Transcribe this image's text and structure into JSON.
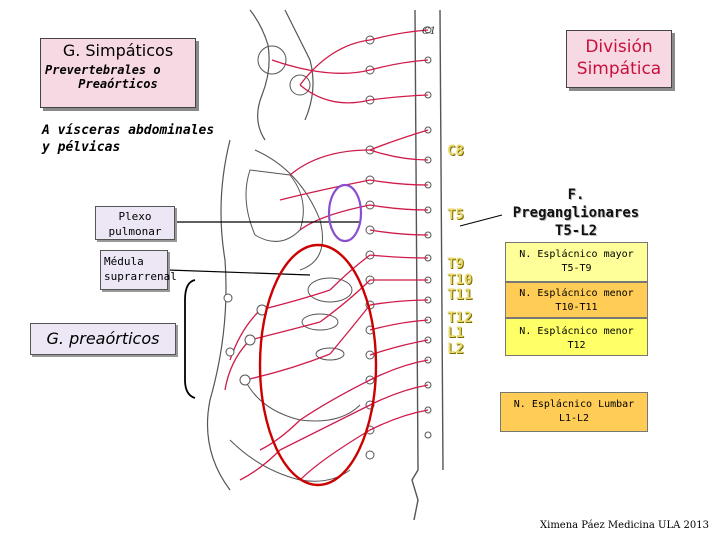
{
  "title_box": {
    "line1": "División",
    "line2": "Simpática"
  },
  "g_simpaticos": {
    "title": "G. Simpáticos",
    "sub1": "Prevertebrales o",
    "sub2": "Preaórticos"
  },
  "visceras": {
    "line1": "A vísceras abdominales",
    "line2": "y pélvicas"
  },
  "plexo": {
    "line1": "Plexo",
    "line2": "pulmonar"
  },
  "medula": {
    "line1": "Médula",
    "line2": "suprarrenal"
  },
  "g_preaorticos": "G. preaórticos",
  "preganglionares": {
    "line1": "F. Preganglionares",
    "line2": "T5-L2"
  },
  "segments": {
    "c1": "C1",
    "c8": "C8",
    "t5": "T5",
    "t9": "T9",
    "t10": "T10",
    "t11": "T11",
    "t12": "T12",
    "l1": "L1",
    "l2": "L2"
  },
  "splanchnic": [
    {
      "name": "N. Esplácnico  mayor",
      "range": "T5-T9",
      "color": "#ffff99"
    },
    {
      "name": "N. Esplácnico  menor",
      "range": "T10-T11",
      "color": "#ffcc55"
    },
    {
      "name": "N. Esplácnico  menor",
      "range": "T12",
      "color": "#ffff66"
    },
    {
      "name": "N. Esplácnico  Lumbar",
      "range": "L1-L2",
      "color": "#ffcc55"
    }
  ],
  "credit": "Ximena Páez Medicina ULA 2013",
  "colors": {
    "nerve": "#d01c4a",
    "outline": "#555555",
    "red_ellipse": "#cc0000",
    "purple_ellipse": "#8a4fd0"
  }
}
